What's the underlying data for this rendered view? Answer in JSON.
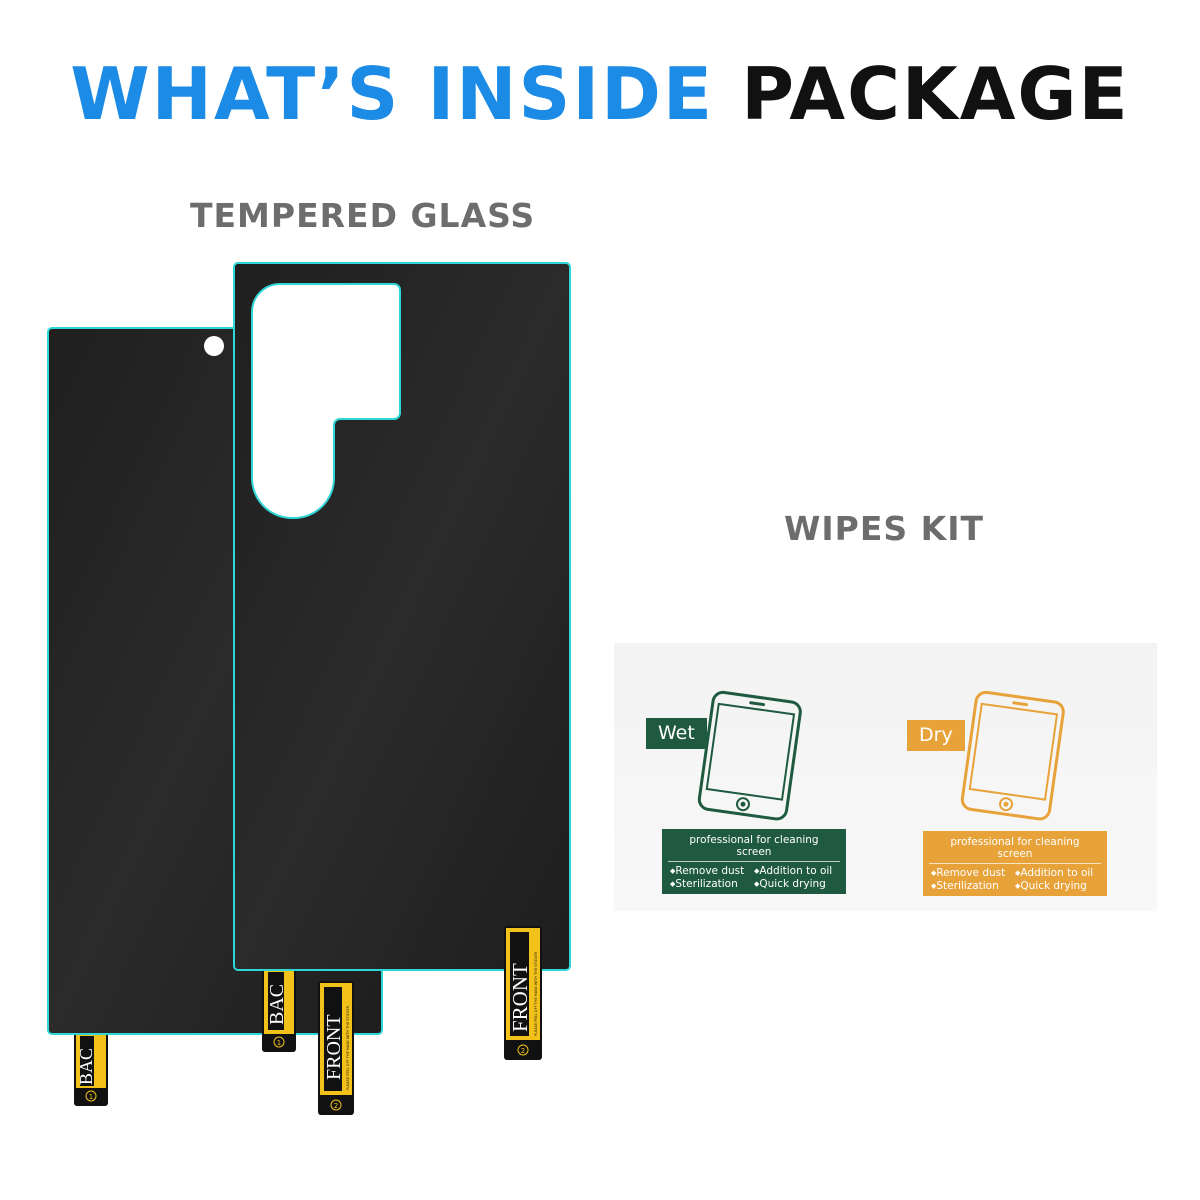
{
  "headline": {
    "part1": "WHAT’S INSIDE",
    "part2": "PACKAGE"
  },
  "sections": {
    "glass": "TEMPERED GLASS",
    "wipes": "WIPES KIT"
  },
  "stickers": {
    "front": "FRONT",
    "back": "BACK",
    "back_visible": "BAC",
    "fine_print": "PLEASE PEEL OFF THE MASK WITH THE STICKER",
    "num1": "1",
    "num2": "2"
  },
  "wipes": {
    "wet": {
      "tag": "Wet",
      "title": "professional for cleaning screen",
      "features": [
        "Remove dust",
        "Addition to oil",
        "Sterilization",
        "Quick drying"
      ]
    },
    "dry": {
      "tag": "Dry",
      "title": "professional for cleaning screen",
      "features": [
        "Remove dust",
        "Addition to oil",
        "Sterilization",
        "Quick drying"
      ]
    }
  },
  "colors": {
    "headline_blue": "#1b8be6",
    "glass_edge": "#2fd6d6",
    "glass_fill": "#242424",
    "sticker_yellow": "#f2c21b",
    "wet_green": "#1f5a40",
    "dry_orange": "#e8a23a"
  }
}
